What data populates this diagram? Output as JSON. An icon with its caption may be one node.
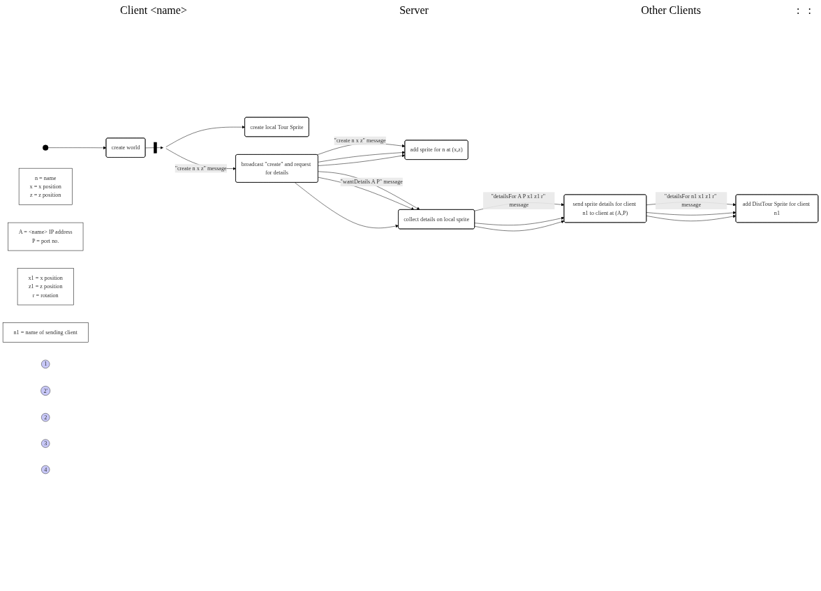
{
  "diagram": {
    "nodes": [
      {
        "text": [],
        "shape": "circle"
      },
      {
        "text": [
          "create world"
        ]
      },
      {
        "text": [],
        "shape": "bar"
      },
      {
        "text": [
          "create local Tour Sprite"
        ]
      },
      {
        "text": [
          "broadcast \"create\" and request for details"
        ]
      },
      {
        "text": [
          "add sprite for n at (x,z)"
        ]
      },
      {
        "text": [
          "collect details on local sprite"
        ]
      },
      {
        "text": [
          "send sprite details for client n1 to client at (A,P)"
        ]
      },
      {
        "text": [
          "add DistTour Sprite for client n1"
        ]
      },
      {
        "text": [
          "n = name",
          "x = x position",
          "z = z position"
        ]
      },
      {
        "text": [
          "A = <name> IP address",
          "P = port no."
        ]
      },
      {
        "text": [
          "x1 = x position",
          "z1 = z position",
          "r = rotation"
        ]
      },
      {
        "text": [
          "n1 = name of sending client"
        ]
      },
      {
        "text": [
          "1"
        ]
      },
      {
        "text": [
          "2'"
        ]
      },
      {
        "text": [
          "2"
        ]
      },
      {
        "text": [
          "3"
        ]
      },
      {
        "text": [
          "4"
        ]
      }
    ],
    "edges": [
      {
        "from": 0,
        "to": 1,
        "arrow": "to"
      },
      {
        "from": 1,
        "to": 2,
        "arrow": "to"
      },
      {
        "from": 2,
        "to": 4,
        "arrow": "to",
        "label": "\"create n x z\" message"
      },
      {
        "from": 2,
        "to": 3,
        "arrow": "to"
      },
      {
        "from": 4,
        "to": 5,
        "arrow": "to",
        "label": "\"create n x z\" message"
      },
      {
        "from": 4,
        "to": 5,
        "arrow": "to"
      },
      {
        "from": 4,
        "to": 5,
        "arrow": "to"
      },
      {
        "from": 4,
        "to": 6,
        "arrow": "to",
        "label": "\"wantDetails A P\" message"
      },
      {
        "from": 4,
        "to": 6,
        "arrow": "to"
      },
      {
        "from": 4,
        "to": 6,
        "arrow": "to"
      },
      {
        "from": 6,
        "to": 7,
        "arrow": "to",
        "label": "\"detailsFor A P x1 z1 r\" message"
      },
      {
        "from": 6,
        "to": 7,
        "arrow": "to"
      },
      {
        "from": 6,
        "to": 7,
        "arrow": "to"
      },
      {
        "from": 7,
        "to": 8,
        "arrow": "to",
        "label": "\"detailsFor n1 x1 z1 r\" message"
      },
      {
        "from": 7,
        "to": 8,
        "arrow": "to"
      },
      {
        "from": 7,
        "to": 8,
        "arrow": "to"
      }
    ],
    "labels": [
      "Client <name>",
      "Server",
      "Other Clients",
      ":",
      ":"
    ]
  }
}
